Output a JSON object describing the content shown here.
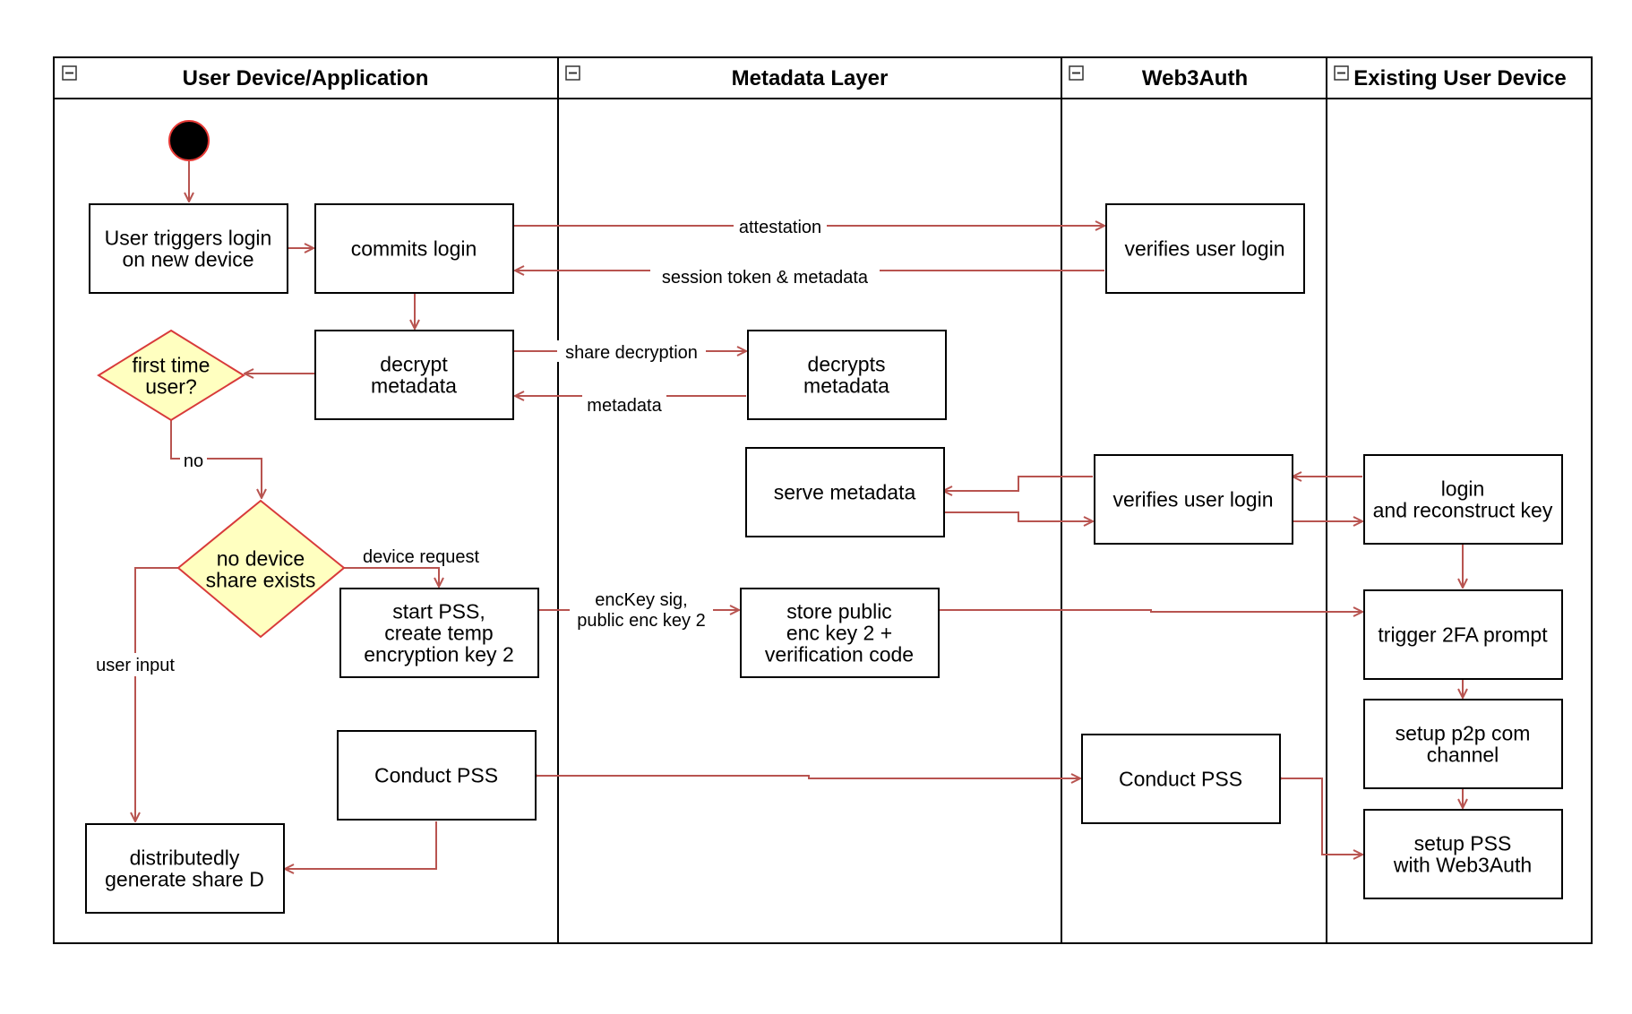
{
  "colors": {
    "lane_border": "#000000",
    "node_border": "#000000",
    "node_fill": "#ffffff",
    "decision_fill": "#ffffc0",
    "decision_border": "#d83a3a",
    "edge": "#b85450",
    "start_fill": "#000000",
    "start_border": "#e53935"
  },
  "icons": {
    "lane_collapse": "minus-square-icon"
  },
  "lanes": [
    {
      "id": "user",
      "title": "User Device/Application"
    },
    {
      "id": "meta",
      "title": "Metadata Layer"
    },
    {
      "id": "w3a",
      "title": "Web3Auth"
    },
    {
      "id": "existing",
      "title": "Existing User Device"
    }
  ],
  "nodes": [
    {
      "id": "user_triggers_login",
      "lines": [
        "User triggers login",
        "on new device"
      ]
    },
    {
      "id": "commits_login",
      "lines": [
        "commits login"
      ]
    },
    {
      "id": "verifies_login_1",
      "lines": [
        "verifies user login"
      ]
    },
    {
      "id": "decrypt_metadata",
      "lines": [
        "decrypt",
        "metadata"
      ]
    },
    {
      "id": "first_time_user",
      "lines": [
        "first time",
        "user?"
      ]
    },
    {
      "id": "decrypts_metadata",
      "lines": [
        "decrypts",
        "metadata"
      ]
    },
    {
      "id": "serve_metadata",
      "lines": [
        "serve metadata"
      ]
    },
    {
      "id": "verifies_login_2",
      "lines": [
        "verifies user login"
      ]
    },
    {
      "id": "login_reconstruct",
      "lines": [
        "login",
        "and reconstruct key"
      ]
    },
    {
      "id": "no_device_share",
      "lines": [
        "no device",
        "share exists"
      ]
    },
    {
      "id": "start_pss",
      "lines": [
        "start PSS,",
        "create temp",
        "encryption key 2"
      ]
    },
    {
      "id": "store_public_key",
      "lines": [
        "store public",
        "enc key 2 +",
        "verification code"
      ]
    },
    {
      "id": "trigger_2fa",
      "lines": [
        "trigger 2FA prompt"
      ]
    },
    {
      "id": "setup_p2p",
      "lines": [
        "setup p2p com",
        "channel"
      ]
    },
    {
      "id": "conduct_pss_user",
      "lines": [
        "Conduct PSS"
      ]
    },
    {
      "id": "conduct_pss_w3a",
      "lines": [
        "Conduct PSS"
      ]
    },
    {
      "id": "setup_pss_w3a",
      "lines": [
        "setup PSS",
        "with Web3Auth"
      ]
    },
    {
      "id": "generate_share_d",
      "lines": [
        "distributedly",
        "generate share D"
      ]
    }
  ],
  "edges": [
    {
      "id": "start_to_trigger"
    },
    {
      "id": "trigger_to_commit"
    },
    {
      "id": "commit_to_verify",
      "label": "attestation"
    },
    {
      "id": "verify_to_commit",
      "label": "session token & metadata"
    },
    {
      "id": "commit_to_decrypt"
    },
    {
      "id": "decrypt_to_meta",
      "label": "share decryption"
    },
    {
      "id": "meta_to_decrypt",
      "label": "metadata"
    },
    {
      "id": "decrypt_to_first"
    },
    {
      "id": "first_to_nodevice",
      "label": "no"
    },
    {
      "id": "nodevice_to_startpss",
      "label": "device request"
    },
    {
      "id": "nodevice_to_generate",
      "label": "user input"
    },
    {
      "id": "startpss_to_store",
      "label": "encKey sig,\npublic enc key 2"
    },
    {
      "id": "store_to_2fa"
    },
    {
      "id": "existing_to_verify"
    },
    {
      "id": "verify_to_existing"
    },
    {
      "id": "verify_to_serve"
    },
    {
      "id": "serve_to_verify"
    },
    {
      "id": "login_to_2fa"
    },
    {
      "id": "2fa_to_p2p"
    },
    {
      "id": "p2p_to_pss"
    },
    {
      "id": "pss_user_w3a"
    },
    {
      "id": "pss_w3a_existing"
    },
    {
      "id": "pss_to_generate"
    }
  ]
}
